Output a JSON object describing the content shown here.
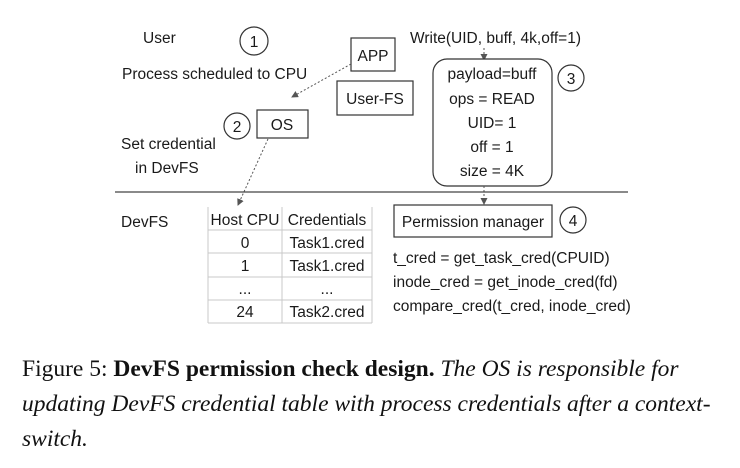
{
  "diagram": {
    "user_label": "User",
    "step1": "1",
    "step2": "2",
    "step3": "3",
    "step4": "4",
    "process_scheduled": "Process scheduled to CPU",
    "app": "APP",
    "user_fs": "User-FS",
    "write_call": "Write(UID, buff, 4k,off=1)",
    "os": "OS",
    "set_credential_line1": "Set credential",
    "set_credential_line2": "in  DevFS",
    "payload_lines": [
      "payload=buff",
      "ops = READ",
      "UID= 1",
      "off = 1",
      "size = 4K"
    ],
    "devfs_label": "DevFS",
    "table": {
      "headers": [
        "Host CPU",
        "Credentials"
      ],
      "rows": [
        [
          "0",
          "Task1.cred"
        ],
        [
          "1",
          "Task1.cred"
        ],
        [
          "...",
          "..."
        ],
        [
          "24",
          "Task2.cred"
        ]
      ]
    },
    "permission_manager": "Permission manager",
    "code_lines": [
      "t_cred = get_task_cred(CPUID)",
      "inode_cred = get_inode_cred(fd)",
      "compare_cred(t_cred, inode_cred)"
    ]
  },
  "caption": {
    "label": "Figure 5:",
    "title": "DevFS permission check design.",
    "description": "The OS is responsible for updating DevFS credential table with process credentials after a context-switch."
  }
}
